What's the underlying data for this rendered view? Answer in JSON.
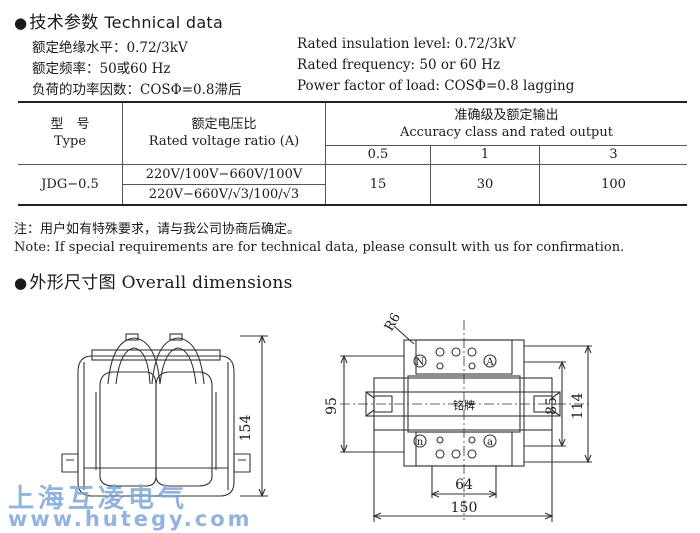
{
  "section1": {
    "bullet": "●",
    "cn": "技术参数",
    "en": "Technical data"
  },
  "params": {
    "cn": [
      "额定绝缘水平：0.72/3kV",
      "额定频率：50或60 Hz",
      "负荷的功率因数：COSΦ=0.8滞后"
    ],
    "en": [
      "Rated insulation level: 0.72/3kV",
      "Rated frequency: 50 or 60 Hz",
      "Power factor of load: COSΦ=0.8 lagging"
    ]
  },
  "table": {
    "type_cn": "型　号",
    "type_en": "Type",
    "ratio_cn": "额定电压比",
    "ratio_en": "Rated voltage ratio (A)",
    "acc_cn": "准确级及额定输出",
    "acc_en": "Accuracy class and rated output",
    "classes": [
      "0.5",
      "1",
      "3"
    ],
    "model": "JDG−0.5",
    "ratio1": "220V/100V−660V/100V",
    "ratio2a": "220V−660V/",
    "ratio2b": "3/100/",
    "ratio2c": "3",
    "sqrt": "√",
    "outputs": [
      "15",
      "30",
      "100"
    ]
  },
  "notes": {
    "cn": "注：用户如有特殊要求，请与我公司协商后确定。",
    "en": "Note: If special requirements are for technical data, please consult with us for confirmation."
  },
  "section2": {
    "bullet": "●",
    "cn": "外形尺寸图",
    "en": "Overall dimensions"
  },
  "drawing": {
    "dim_height": "154",
    "r_label": "R6",
    "dim_95": "95",
    "dim_85": "85",
    "dim_114": "114",
    "dim_64": "64",
    "dim_150": "150",
    "nameplate": "铭牌",
    "terminals": {
      "N": "N",
      "A": "A",
      "n": "n",
      "a": "a"
    }
  },
  "watermark": {
    "cn": "上海互凌电气",
    "url": "www.hutegy.com"
  }
}
